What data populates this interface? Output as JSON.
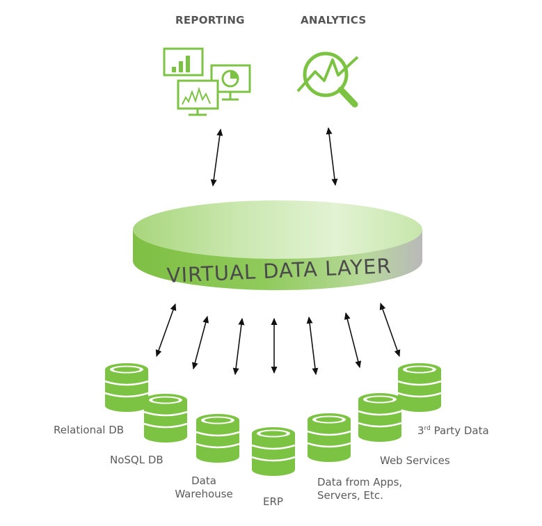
{
  "headings": {
    "reporting": "REPORTING",
    "analytics": "ANALYTICS"
  },
  "layer_label": "VIRTUAL DATA LAYER",
  "sources": {
    "relational_db": "Relational DB",
    "nosql_db": "NoSQL DB",
    "dw_line1": "Data",
    "dw_line2": "Warehouse",
    "erp": "ERP",
    "apps_line1": "Data from Apps,",
    "apps_line2": "Servers, Etc.",
    "web_services": "Web Services",
    "third_party_num": "3",
    "third_party_sup": "rd",
    "third_party_rest": " Party Data"
  },
  "icons": {
    "reporting": "monitors-with-charts-icon",
    "analytics": "magnifier-with-trend-line-icon",
    "source": "database-cylinder-icon"
  },
  "colors": {
    "green": "#7cc243",
    "dark_green": "#5da92e",
    "light_green": "#d8efc4",
    "text": "#555555",
    "arrow": "#111111"
  }
}
